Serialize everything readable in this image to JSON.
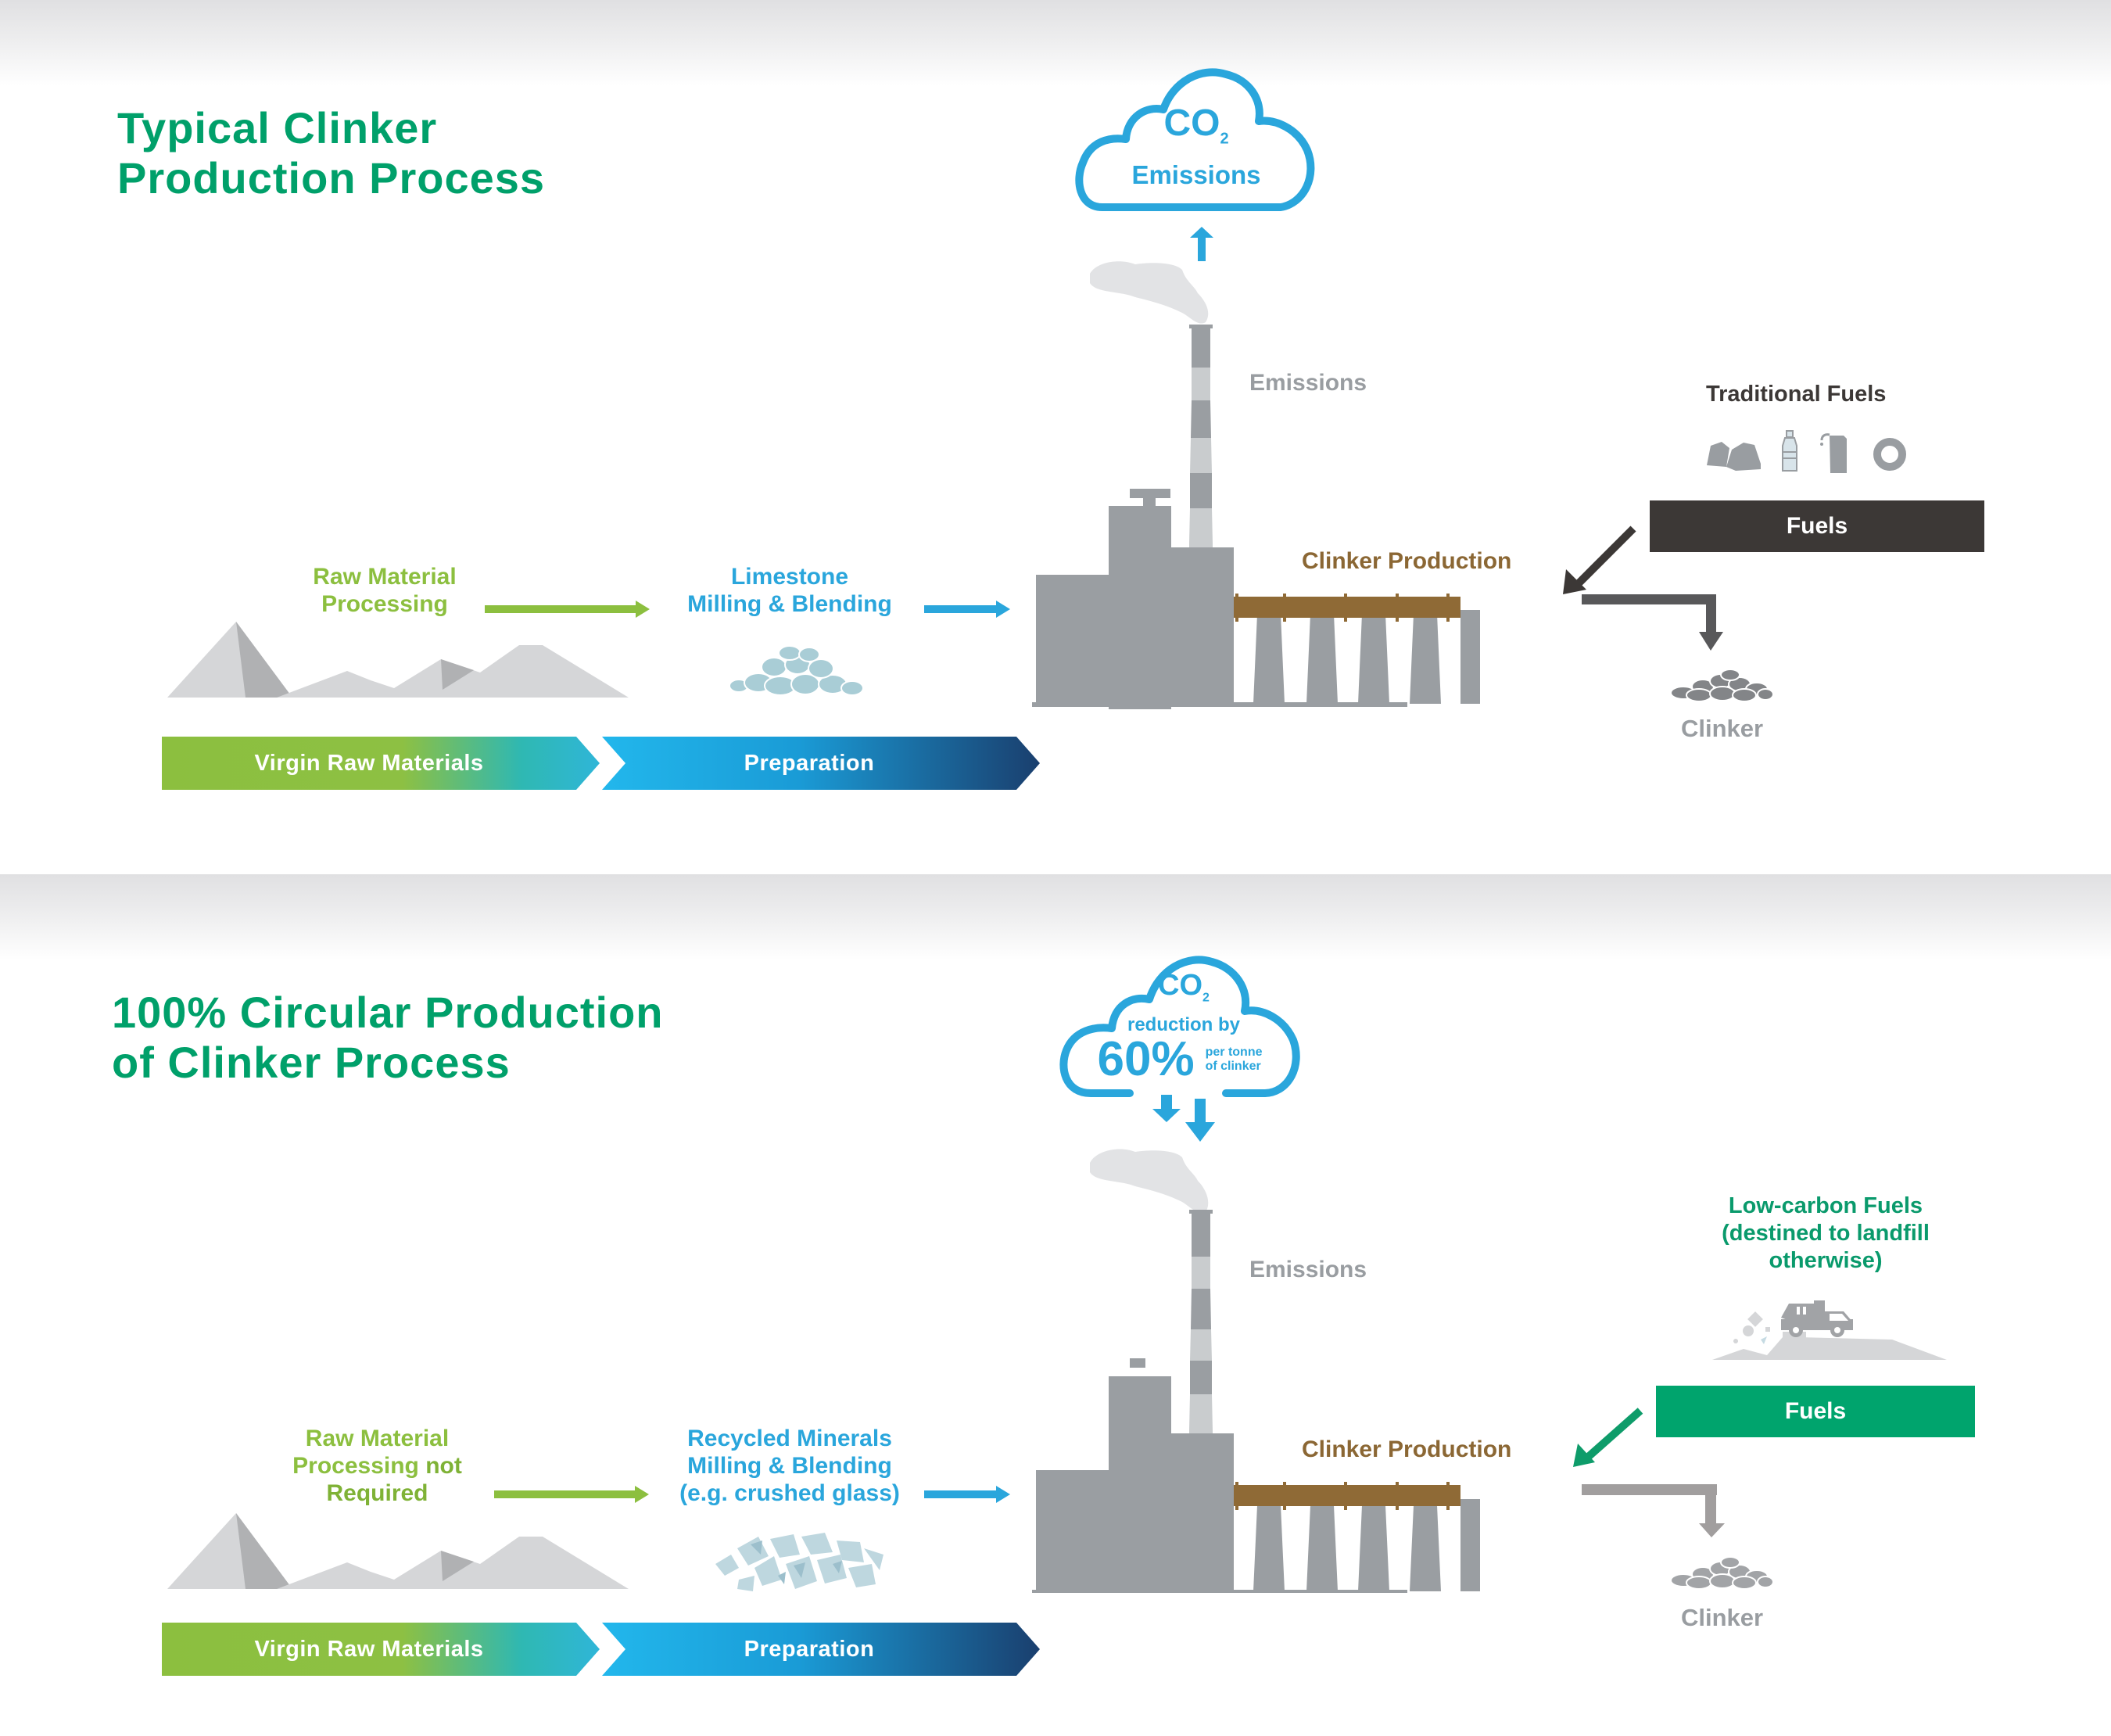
{
  "colors": {
    "title_green": "#00a06a",
    "raw_green": "#8cbf3f",
    "prep_blue": "#2aa6dc",
    "emission_gray": "#999da1",
    "clinker_brown": "#8b6734",
    "traditional_fuel_dark": "#3c3836",
    "low_carbon_green": "#00a46d",
    "chevron_navy": "#1a3f6e"
  },
  "typical": {
    "title": "Typical Clinker\nProduction Process",
    "cloud": {
      "line1": "CO",
      "subscript": "2",
      "line2": "Emissions"
    },
    "emissions_label": "Emissions",
    "raw_material_label": "Raw Material\nProcessing",
    "prep_label": "Limestone\nMilling & Blending",
    "clinker_production_label": "Clinker Production",
    "fuel_source_label": "Traditional Fuels",
    "fuel_icons": [
      "coal-icon",
      "plastic-bottle-icon",
      "oil-jerrycan-icon",
      "tyre-icon"
    ],
    "fuels_box": "Fuels",
    "clinker_label": "Clinker",
    "chevrons": [
      "Virgin Raw Materials",
      "Preparation"
    ]
  },
  "circular": {
    "title": "100% Circular Production\nof Clinker Process",
    "cloud": {
      "line1": "CO",
      "subscript": "2",
      "line2": "reduction by",
      "big": "60%",
      "small": "per tonne\nof clinker"
    },
    "emissions_label": "Emissions",
    "raw_material_label_pre": "Raw Material\nProcessing ",
    "raw_material_label_bold": "not\nRequired",
    "prep_label": "Recycled Minerals\nMilling & Blending\n(e.g. crushed glass)",
    "clinker_production_label": "Clinker Production",
    "fuel_source_label": "Low-carbon Fuels\n(destined to landfill\notherwise)",
    "fuel_icons": [
      "landfill-truck-icon"
    ],
    "fuels_box": "Fuels",
    "clinker_label": "Clinker",
    "chevrons": [
      "Virgin Raw Materials",
      "Preparation"
    ]
  }
}
